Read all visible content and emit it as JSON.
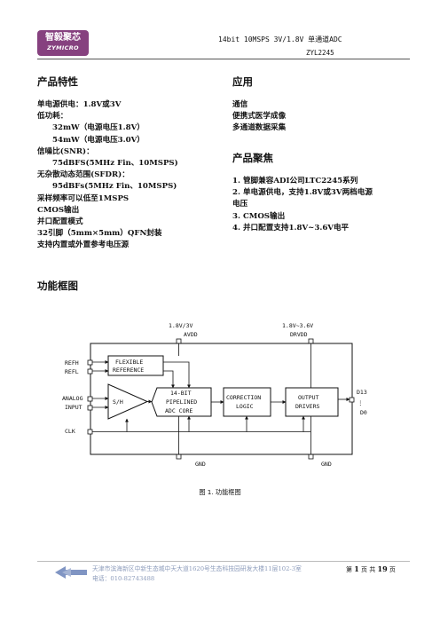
{
  "header": {
    "logo_cn": "智毅聚芯",
    "logo_en": "ZYMICRO",
    "title": "14bit 10MSPS 3V/1.8V 单通道ADC",
    "model": "ZYL2245"
  },
  "features": {
    "title": "产品特性",
    "items": [
      {
        "text": "单电源供电：1.8V或3V",
        "indent": false
      },
      {
        "text": "低功耗：",
        "indent": false
      },
      {
        "text": "32mW（电源电压1.8V）",
        "indent": true
      },
      {
        "text": "54mW（电源电压3.0V）",
        "indent": true
      },
      {
        "text": "信噪比(SNR)：",
        "indent": false
      },
      {
        "text": "75dBFS(5MHz Fin、10MSPS)",
        "indent": true
      },
      {
        "text": "无杂散动态范围(SFDR)：",
        "indent": false
      },
      {
        "text": "95dBFs(5MHz Fin、10MSPS)",
        "indent": true
      },
      {
        "text": "采样频率可以低至1MSPS",
        "indent": false
      },
      {
        "text": "CMOS输出",
        "indent": false
      },
      {
        "text": "并口配置模式",
        "indent": false
      },
      {
        "text": "32引脚（5mm×5mm）QFN封装",
        "indent": false
      },
      {
        "text": "支持内置或外置参考电压源",
        "indent": false
      }
    ]
  },
  "applications": {
    "title": "应用",
    "items": [
      "通信",
      "便携式医学成像",
      "多通道数据采集"
    ]
  },
  "highlights": {
    "title": "产品聚焦",
    "items": [
      "1.  管脚兼容ADI公司LTC2245系列",
      "2.  单电源供电，支持1.8V或3V两档电源",
      "电压",
      "3.  CMOS输出",
      "4.  并口配置支持1.8V~3.6V电平"
    ]
  },
  "block_diagram": {
    "title": "功能框图",
    "labels": {
      "avdd_voltage": "1.8V/3V",
      "avdd": "AVDD",
      "drvdd_voltage": "1.8V~3.6V",
      "drvdd": "DRVDD",
      "refh": "REFH",
      "refl": "REFL",
      "flexible": "FLEXIBLE",
      "reference": "REFERENCE",
      "analog": "ANALOG",
      "input": "INPUT",
      "sh": "S/H",
      "adc1": "14-BIT",
      "adc2": "PIPELINED",
      "adc3": "ADC CORE",
      "corr1": "CORRECTION",
      "corr2": "LOGIC",
      "out1": "OUTPUT",
      "out2": "DRIVERS",
      "d13": "D13",
      "d0": "D0",
      "clk": "CLK",
      "gnd_left": "GND",
      "gnd_right": "GND"
    },
    "caption": "图 1. 功能框图"
  },
  "footer": {
    "address_line1": "天津市滨海新区中新生态城中天大道1620号生态科技园研发大楼11层102-3室",
    "address_line2": "电话：010-82743488",
    "page_prefix": "第",
    "page_current": "1",
    "page_middle": "页 共",
    "page_total": "19",
    "page_suffix": "页"
  }
}
